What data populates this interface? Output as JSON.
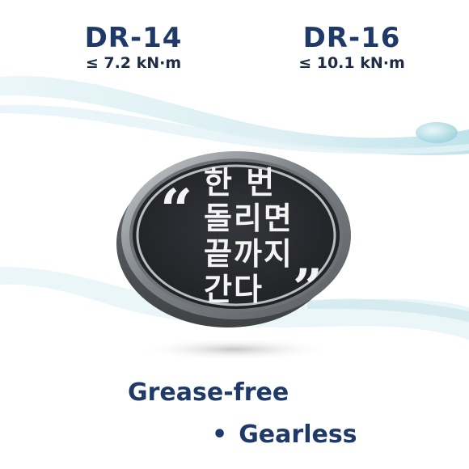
{
  "models": [
    {
      "name": "DR-14",
      "torque": "≤ 7.2 kN·m"
    },
    {
      "name": "DR-16",
      "torque": "≤ 10.1 kN·m"
    }
  ],
  "badge": {
    "lines": [
      "한 번",
      "돌리면",
      "끝까지",
      "간다"
    ],
    "quote_open": "“",
    "quote_close": "”"
  },
  "features": {
    "item1": "Grease-free",
    "bullet": "•",
    "item2": "Gearless"
  },
  "colors": {
    "heading": "#1f3a68",
    "badge_face": "#2b2d31",
    "badge_rim": "#8e9296",
    "wave": "#d8eef2"
  }
}
